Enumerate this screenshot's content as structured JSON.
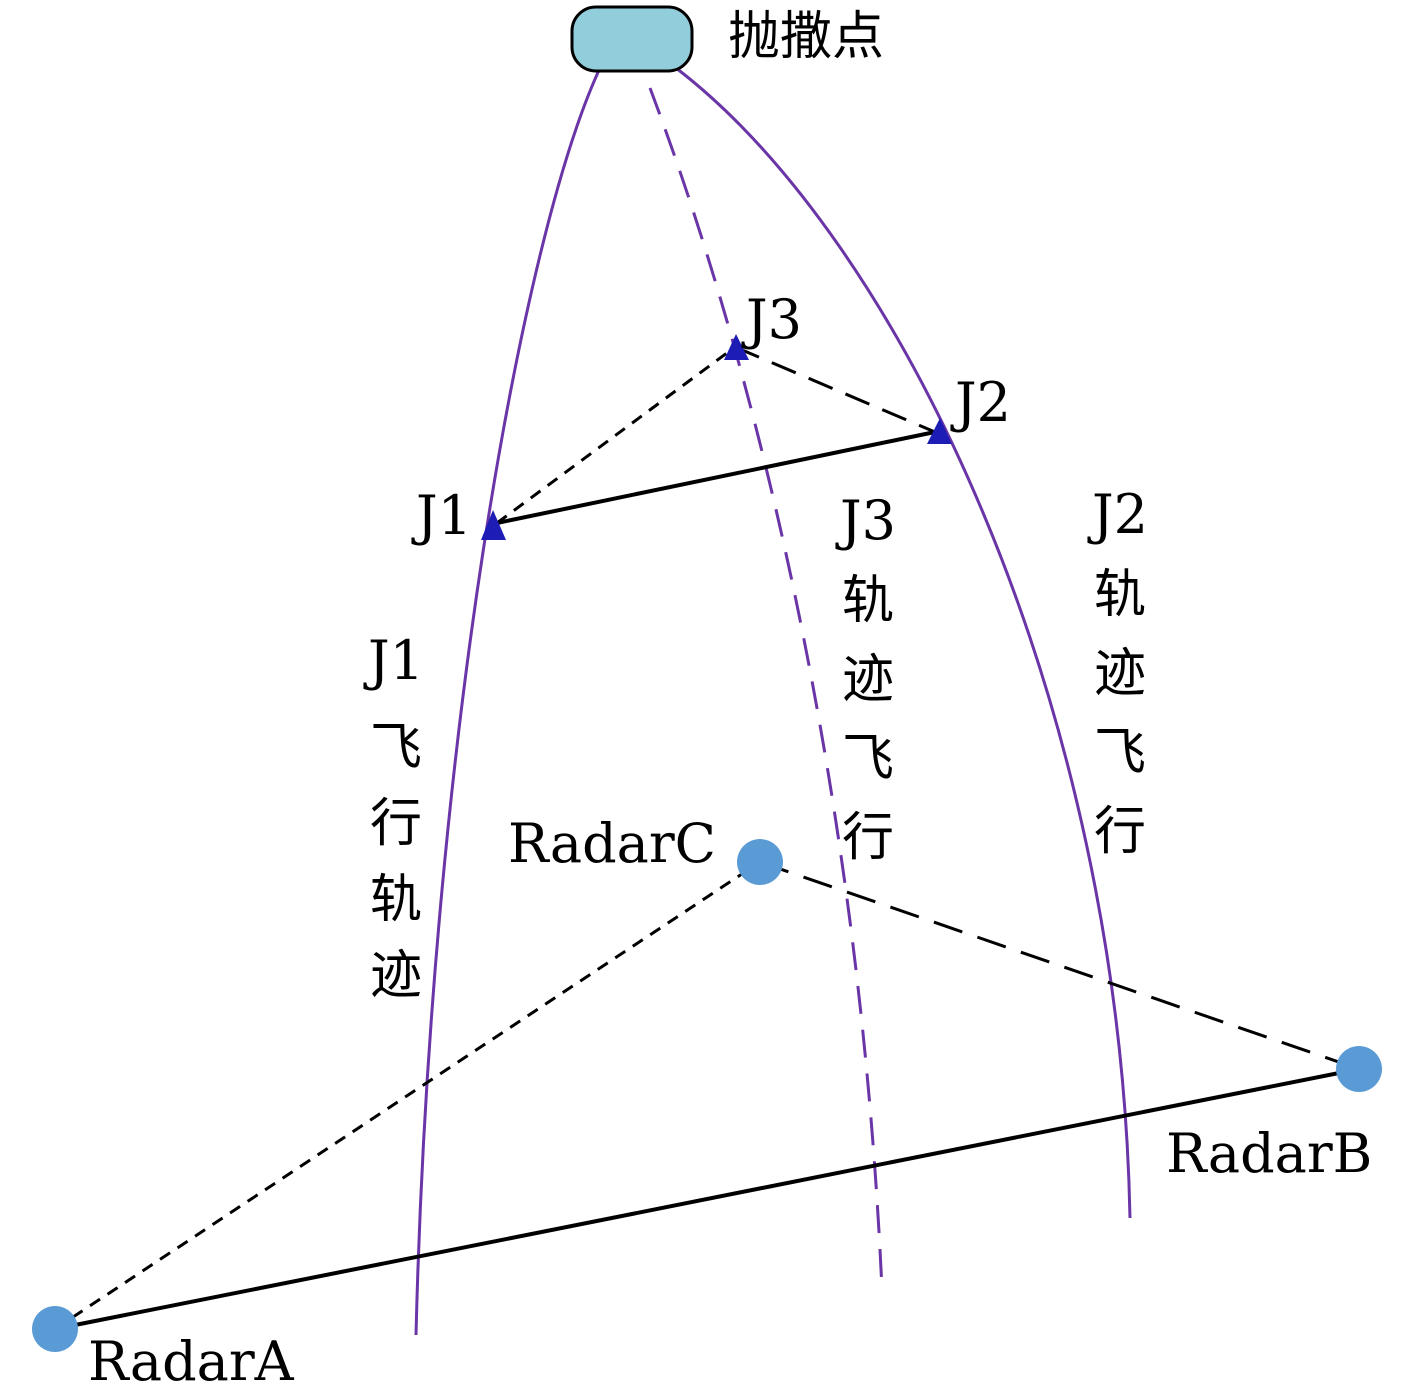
{
  "diagram": {
    "release_point_label": "抛撒点",
    "jammers": [
      {
        "id": "j1",
        "label": "J1"
      },
      {
        "id": "j2",
        "label": "J2"
      },
      {
        "id": "j3",
        "label": "J3"
      }
    ],
    "radars": [
      {
        "id": "radar-a",
        "label": "RadarA"
      },
      {
        "id": "radar-b",
        "label": "RadarB"
      },
      {
        "id": "radar-c",
        "label": "RadarC"
      }
    ],
    "trajectory_labels": {
      "j1": [
        "J1",
        "飞",
        "行",
        "轨",
        "迹"
      ],
      "j3": [
        "J3",
        "轨",
        "迹",
        "飞",
        "行"
      ],
      "j2": [
        "J2",
        "轨",
        "迹",
        "飞",
        "行"
      ]
    }
  },
  "colors": {
    "trajectory": "#6a35a6",
    "radar": "#5b9bd5",
    "jammer": "#1d1db5",
    "release_point_fill": "#92cddb",
    "link": "#000000"
  },
  "icons": {
    "radar": "filled-circle",
    "jammer": "filled-triangle",
    "release_point": "rounded-rectangle"
  }
}
